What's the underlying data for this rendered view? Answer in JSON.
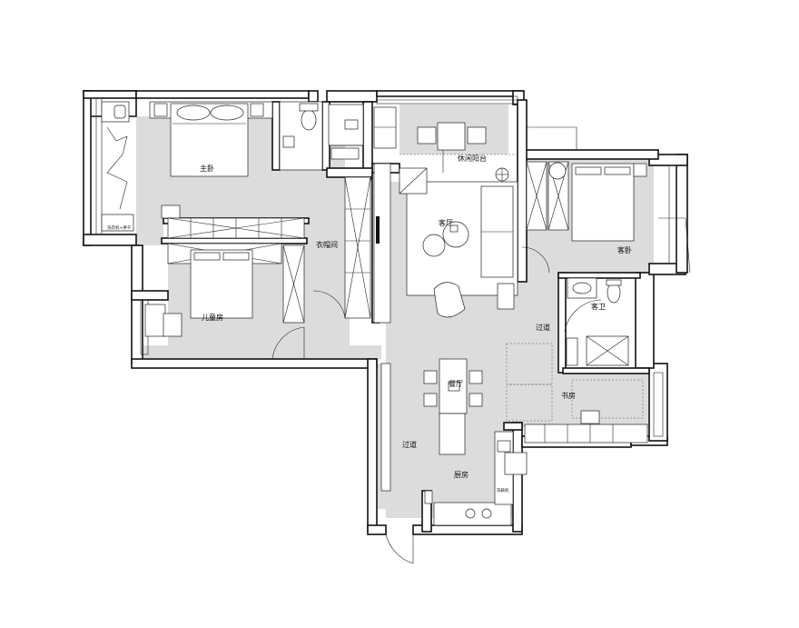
{
  "rooms": {
    "master_bedroom": "主卧",
    "kids_room": "儿童房",
    "walk_in_closet": "衣帽间",
    "leisure_balcony": "休闲阳台",
    "living_room": "客厅",
    "guest_bedroom": "客卧",
    "guest_bath": "客卫",
    "corridor_east": "过道",
    "study": "书房",
    "dining_room": "餐厅",
    "corridor_west": "过道",
    "kitchen": "厨房",
    "dishwasher": "洗碗机",
    "laundry_note": "洗衣机+烘干"
  },
  "colors": {
    "floor": "#dcdcdc",
    "wall": "#111111",
    "background": "#ffffff"
  }
}
